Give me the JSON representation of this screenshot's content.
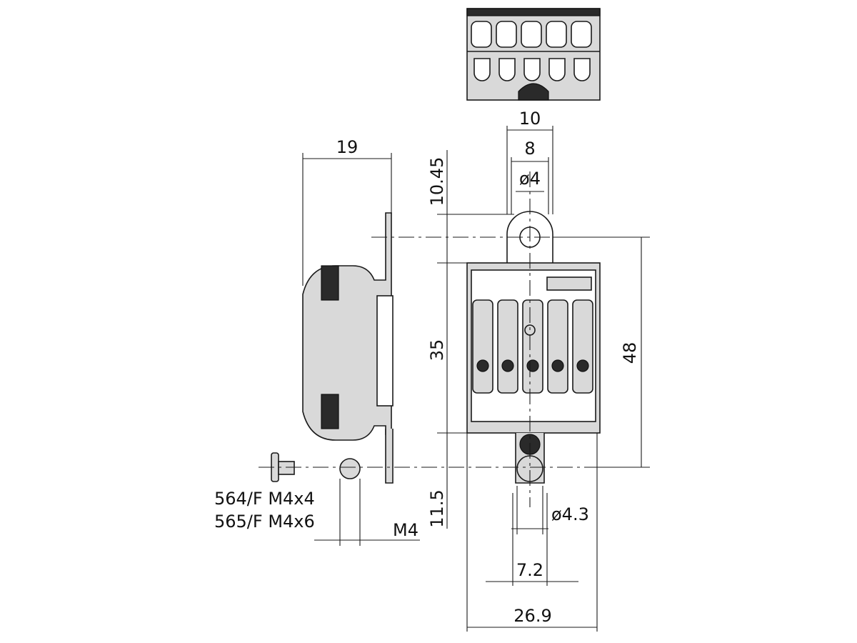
{
  "dimensions": {
    "top_width": "10",
    "top_inner_width": "8",
    "hole_diameter": "ø4",
    "top_offset": "10.45",
    "side_depth": "19",
    "body_height": "35",
    "total_height": "48",
    "bottom_offset": "11.5",
    "bottom_hole_diameter": "ø4.3",
    "bottom_inner_width": "7.2",
    "total_width": "26.9",
    "thread": "M4"
  },
  "part_labels": {
    "screw_1": "564/F M4x4",
    "screw_2": "565/F M4x6"
  }
}
